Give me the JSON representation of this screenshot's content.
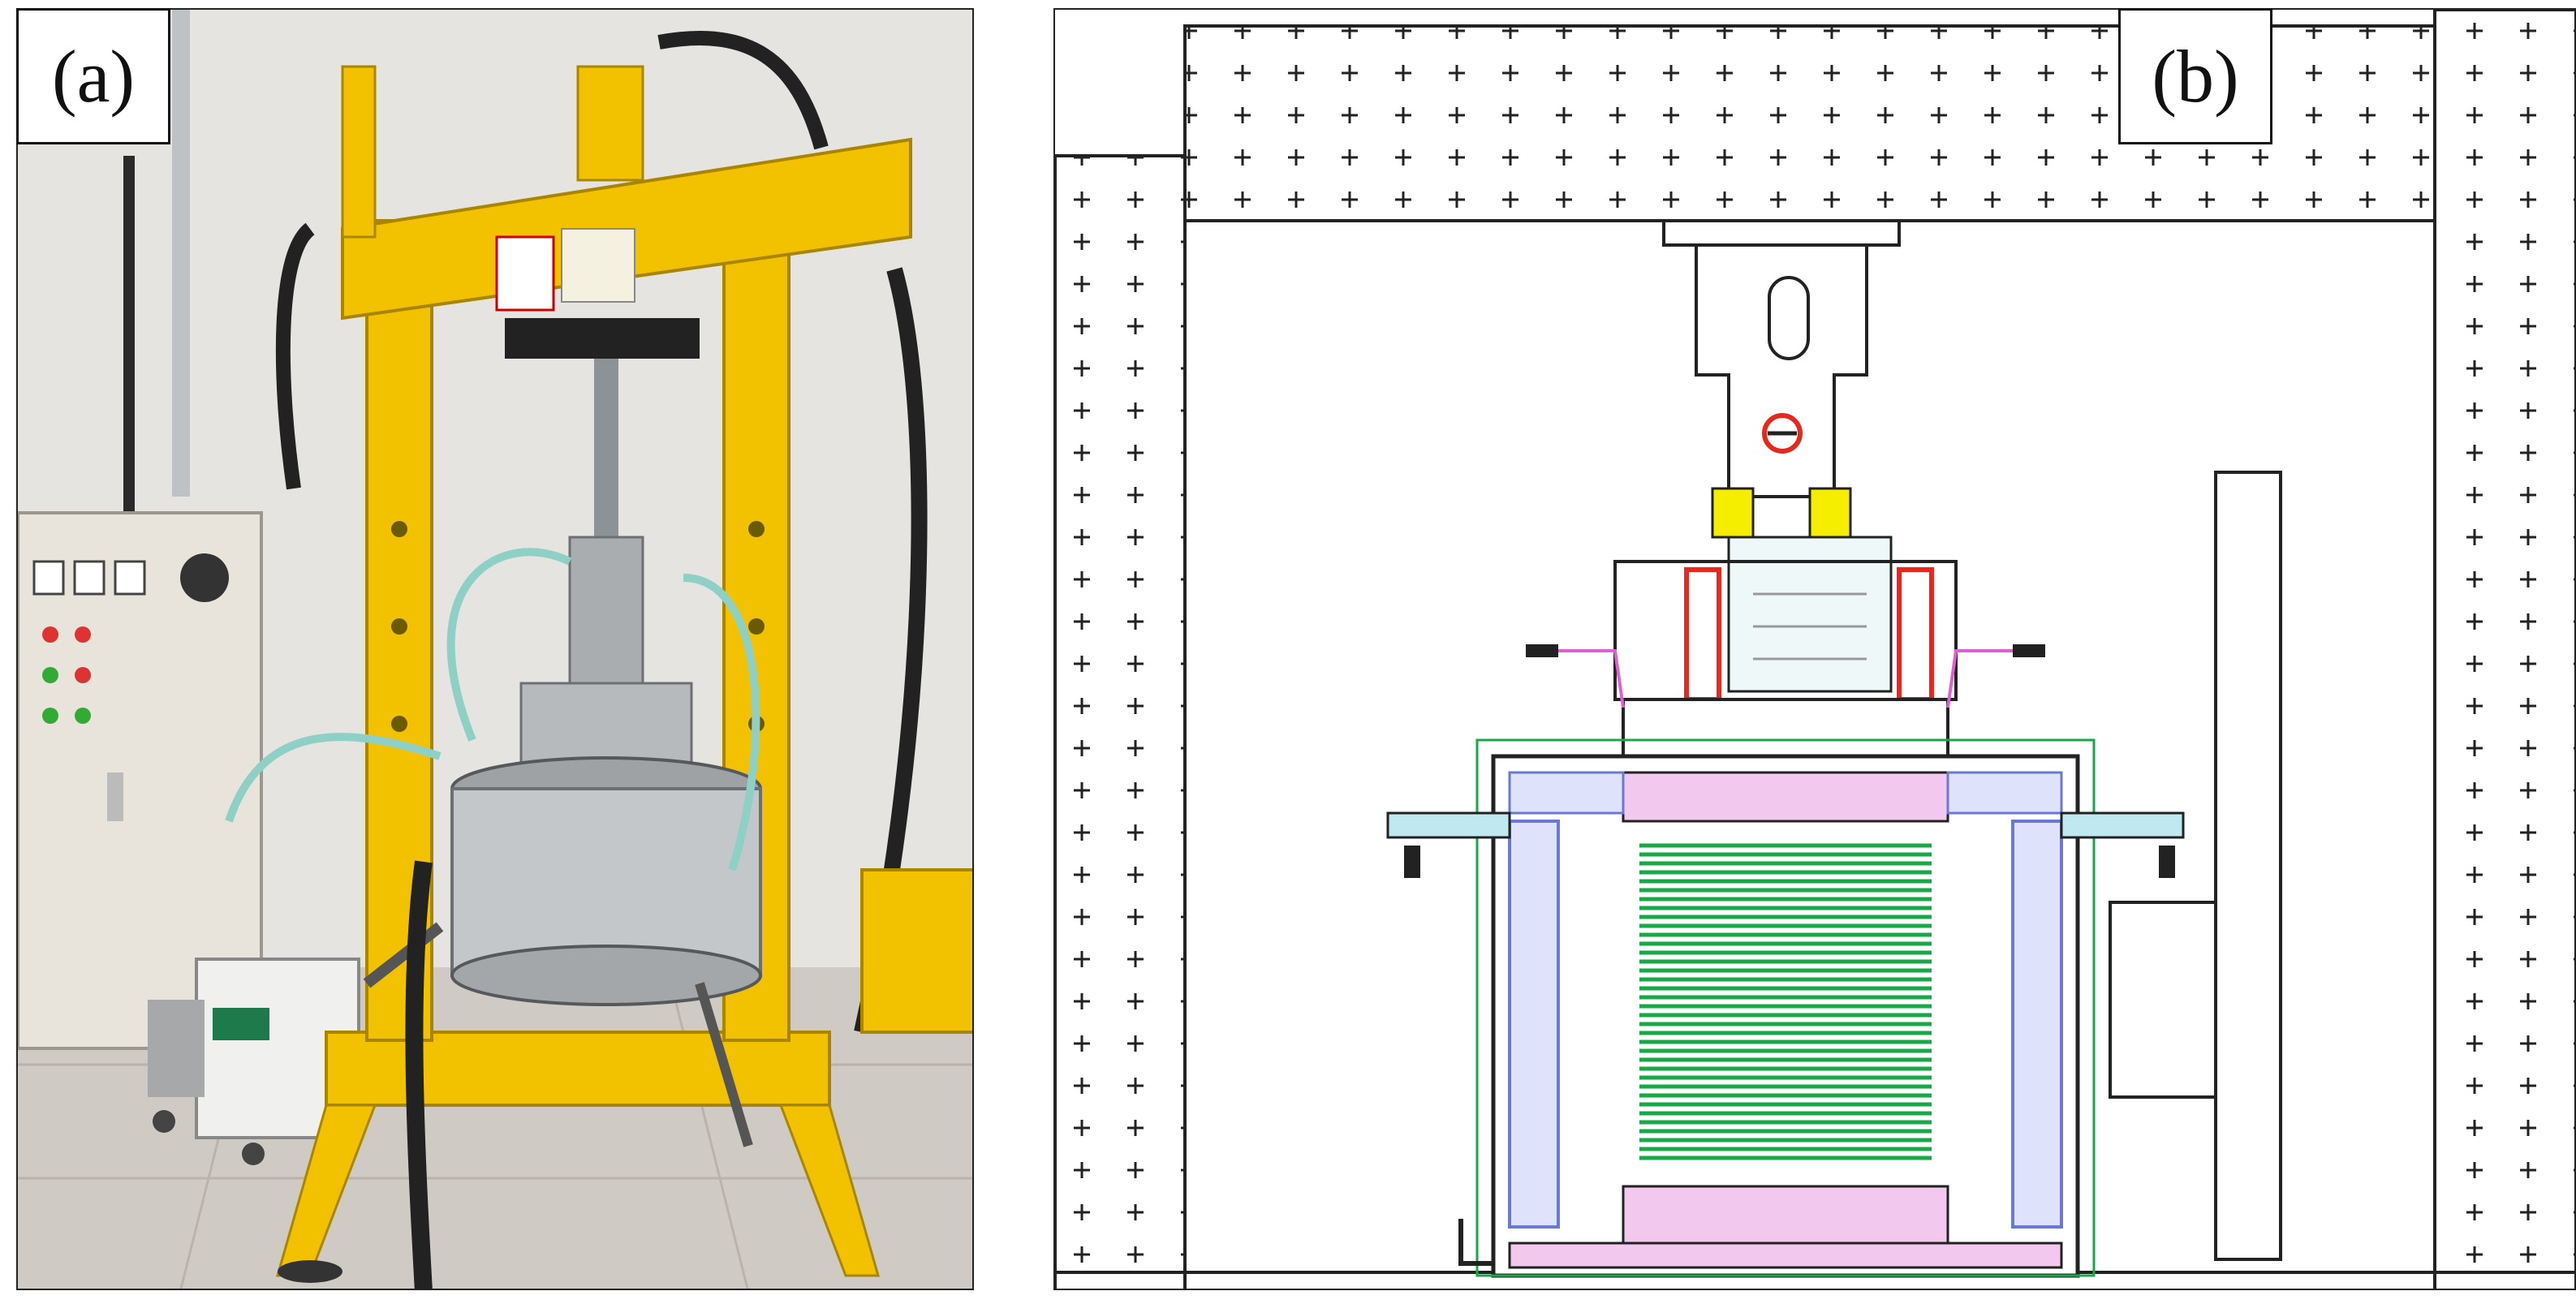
{
  "figure": {
    "panels": [
      {
        "id": "a",
        "label": "(a)"
      },
      {
        "id": "b",
        "label": "(b)"
      }
    ]
  },
  "colors": {
    "press_yellow": "#f2c200",
    "steel": "#a9adb0",
    "wall": "#e6e4e0",
    "floor": "#cfcac3",
    "cabinet": "#e8e4dc",
    "drawing_line": "#222222",
    "coil_red": "#e8281e",
    "insulation_green": "#18a848",
    "plate_pink": "#e060d0",
    "liner_blue": "#6a78d8"
  },
  "icons": {
    "photo": "hydraulic-press-photo",
    "drawing": "cross-section-drawing"
  }
}
